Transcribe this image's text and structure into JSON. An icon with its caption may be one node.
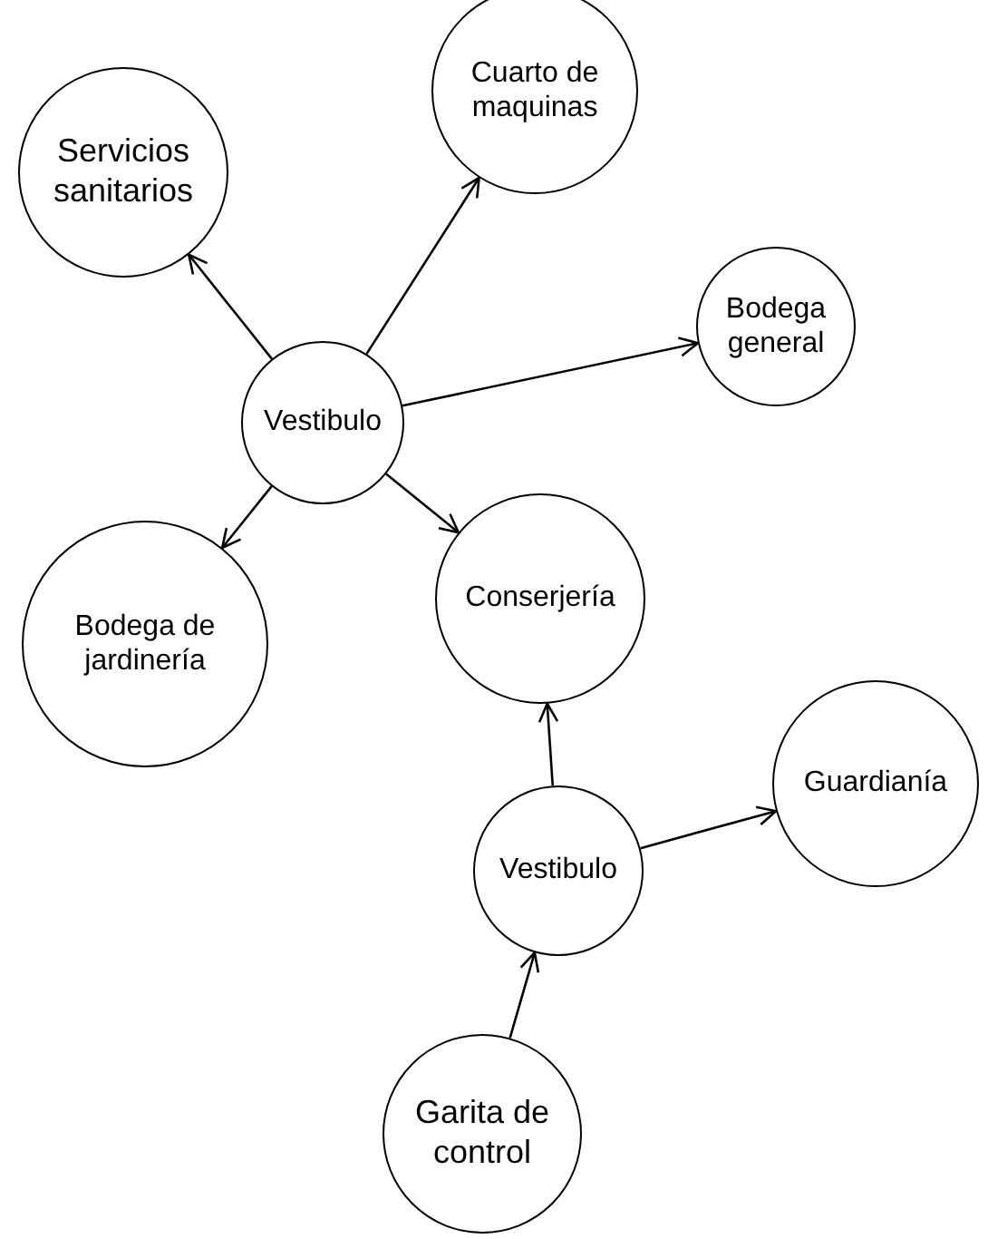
{
  "diagram": {
    "nodes": [
      {
        "text": [
          "Servicios sanitarios"
        ]
      },
      {
        "text": [
          "Cuarto de maquinas"
        ]
      },
      {
        "text": [
          "Bodega general"
        ]
      },
      {
        "text": [
          "Vestibulo"
        ]
      },
      {
        "text": [
          "Bodega de jardinería"
        ]
      },
      {
        "text": [
          "Conserjería"
        ]
      },
      {
        "text": [
          "Guardianía"
        ]
      },
      {
        "text": [
          "Vestibulo"
        ]
      },
      {
        "text": [
          "Garita de control"
        ]
      }
    ],
    "edges": [
      {
        "from": 3,
        "to": 0,
        "arrow": "to"
      },
      {
        "from": 3,
        "to": 1,
        "arrow": "to"
      },
      {
        "from": 3,
        "to": 2,
        "arrow": "to"
      },
      {
        "from": 3,
        "to": 4,
        "arrow": "to"
      },
      {
        "from": 3,
        "to": 5,
        "arrow": "to"
      },
      {
        "from": 7,
        "to": 5,
        "arrow": "to"
      },
      {
        "from": 7,
        "to": 6,
        "arrow": "to"
      },
      {
        "from": 8,
        "to": 7,
        "arrow": "to"
      }
    ]
  }
}
